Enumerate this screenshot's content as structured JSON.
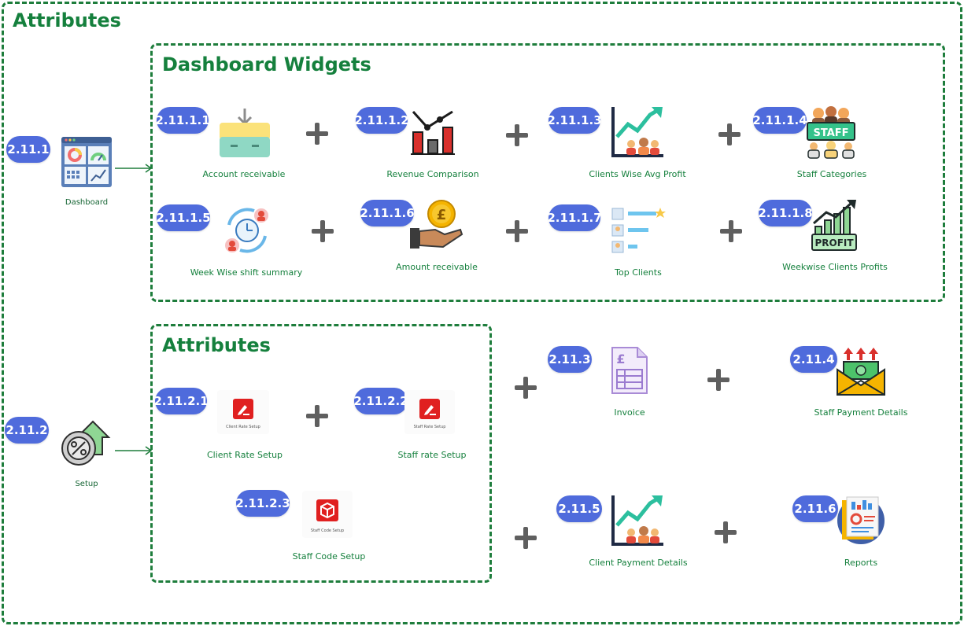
{
  "outer_title": "Attributes",
  "dashboard_group": {
    "title": "Dashboard Widgets",
    "items": [
      {
        "id": "2.11.1.1",
        "label": "Account receivable"
      },
      {
        "id": "2.11.1.2",
        "label": "Revenue Comparison"
      },
      {
        "id": "2.11.1.3",
        "label": "Clients Wise Avg Profit"
      },
      {
        "id": "2.11.1.4",
        "label": "Staff Categories"
      },
      {
        "id": "2.11.1.5",
        "label": "Week Wise shift summary"
      },
      {
        "id": "2.11.1.6",
        "label": "Amount receivable"
      },
      {
        "id": "2.11.1.7",
        "label": "Top Clients"
      },
      {
        "id": "2.11.1.8",
        "label": "Weekwise Clients Profits"
      }
    ]
  },
  "attributes_group": {
    "title": "Attributes",
    "items": [
      {
        "id": "2.11.2.1",
        "label": "Client Rate Setup",
        "thumb_text": "Client Rate Setup"
      },
      {
        "id": "2.11.2.2",
        "label": "Staff rate Setup",
        "thumb_text": "Staff Rate Setup"
      },
      {
        "id": "2.11.2.3",
        "label": "Staff Code Setup",
        "thumb_text": "Staff Code Setup"
      }
    ]
  },
  "dashboard": {
    "id": "2.11.1",
    "label": "Dashboard"
  },
  "setup": {
    "id": "2.11.2",
    "label": "Setup"
  },
  "others": [
    {
      "id": "2.11.3",
      "label": "Invoice"
    },
    {
      "id": "2.11.4",
      "label": "Staff Payment Details"
    },
    {
      "id": "2.11.5",
      "label": "Client Payment Details"
    },
    {
      "id": "2.11.6",
      "label": "Reports"
    }
  ],
  "icon_labels": {
    "staff_sign": "STAFF",
    "profit_sign": "PROFIT",
    "pound_coin": "£",
    "invoice_pound": "£"
  },
  "colors": {
    "frame_green": "#1e7d3c",
    "title_green": "#15803d",
    "badge_blue": "#4f6bdc",
    "plus_gray": "#5f5f5f"
  }
}
